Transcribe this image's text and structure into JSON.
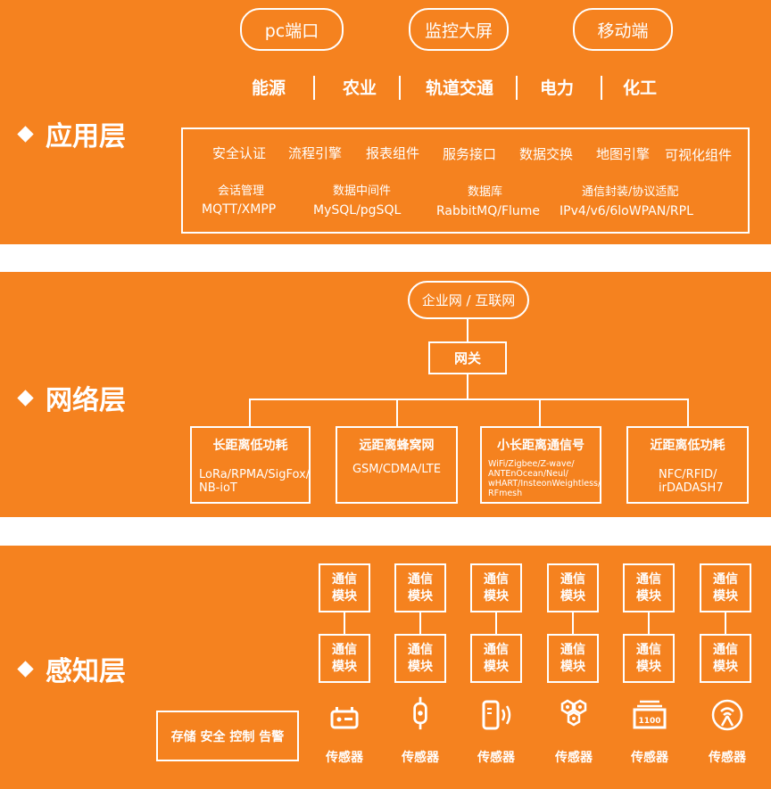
{
  "application": {
    "title": "应用层",
    "clients": [
      "pc端口",
      "监控大屏",
      "移动端"
    ],
    "industries": [
      "能源",
      "农业",
      "轨道交通",
      "电力",
      "化工"
    ],
    "components": [
      "安全认证",
      "流程引擎",
      "报表组件",
      "服务接口",
      "数据交换",
      "地图引擎",
      "可视化组件"
    ],
    "middleware": [
      {
        "label": "会话管理",
        "value": "MQTT/XMPP"
      },
      {
        "label": "数据中间件",
        "value": "MySQL/pgSQL"
      },
      {
        "label": "数据库",
        "value": "RabbitMQ/Flume"
      },
      {
        "label": "通信封装/协议适配",
        "value": "IPv4/v6/6loWPAN/RPL"
      }
    ]
  },
  "network": {
    "title": "网络层",
    "internet": "企业网 / 互联网",
    "gateway": "网关",
    "branches": [
      {
        "title": "长距离低功耗",
        "lines": [
          "LoRa/RPMA/SigFox/",
          "NB-ioT"
        ]
      },
      {
        "title": "远距离蜂窝网",
        "lines": [
          "GSM/CDMA/LTE"
        ]
      },
      {
        "title": "小长距离通信号",
        "lines": [
          "WiFi/Zigbee/Z-wave/",
          "ANTEnOcean/Neul/",
          "wHART/InsteonWeightless/",
          "RFmesh"
        ]
      },
      {
        "title": "近距离低功耗",
        "lines": [
          "NFC/RFID/",
          "irDADASH7"
        ]
      }
    ]
  },
  "perception": {
    "title": "感知层",
    "module_label": "通信\n模块",
    "storage": "存储 安全 控制 告警",
    "sensor_label": "传感器",
    "sensor_icons": [
      "radio-sensor-icon",
      "probe-sensor-icon",
      "phone-signal-sensor-icon",
      "hexagon-sensor-icon",
      "meter-sensor-icon",
      "wireless-sensor-icon"
    ]
  }
}
